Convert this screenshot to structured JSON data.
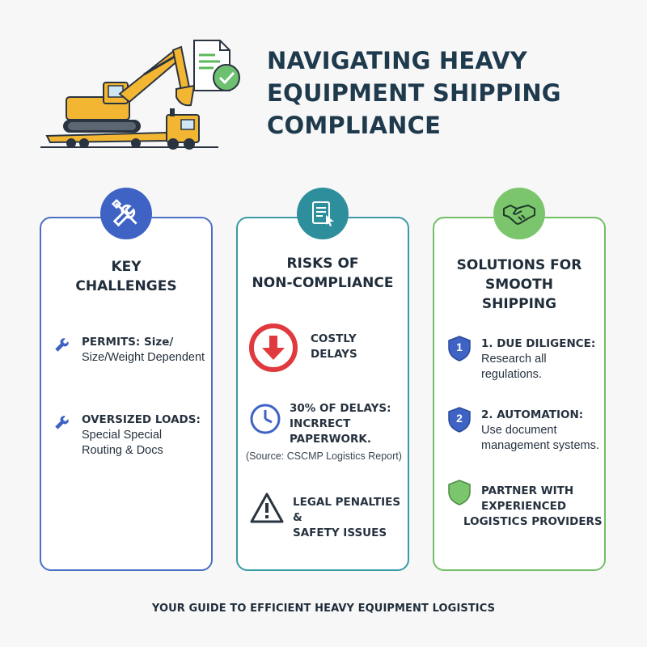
{
  "header": {
    "title_lines": [
      "NAVIGATING HEAVY",
      "EQUIPMENT SHIPPING",
      "COMPLIANCE"
    ],
    "hero_icons": [
      "excavator-on-truck-illustration",
      "document-check-icon"
    ]
  },
  "cards": {
    "challenges": {
      "icon": "wrench-screwdriver-icon",
      "title_lines": [
        "KEY",
        "CHALLENGES"
      ],
      "items": [
        {
          "icon": "wrench-icon",
          "lines": [
            "PERMITS: Size/",
            "Size/Weight Dependent"
          ]
        },
        {
          "icon": "wrench-icon",
          "lines": [
            "OVERSIZED LOADS:",
            "Special Special",
            "Routing & Docs"
          ]
        }
      ]
    },
    "risks": {
      "icon": "document-pointer-icon",
      "title_lines": [
        "RISKS OF",
        "NON-COMPLIANCE"
      ],
      "items": [
        {
          "icon": "down-arrow-circle-icon",
          "lines": [
            "COSTLY",
            "DELAYS"
          ]
        },
        {
          "icon": "clock-icon",
          "lines": [
            "30% OF DELAYS:",
            "INCRRECT",
            "PAPERWORK."
          ],
          "source": "(Source: CSCMP Logistics Report)"
        },
        {
          "icon": "warning-triangle-icon",
          "lines": [
            "LEGAL PENALTIES &",
            "SAFETY ISSUES"
          ]
        }
      ]
    },
    "solutions": {
      "icon": "handshake-icon",
      "title_lines": [
        "SOLUTIONS FOR",
        "SMOOTH",
        "SHIPPING"
      ],
      "items": [
        {
          "icon": "shield-1-icon",
          "badge": "1",
          "lines": [
            "1. DUE DILIGENCE:",
            "Research all",
            "regulations."
          ]
        },
        {
          "icon": "shield-2-icon",
          "badge": "2",
          "lines": [
            "2. AUTOMATION:",
            "Use document",
            "management systems."
          ]
        },
        {
          "icon": "shield-green-icon",
          "lines": [
            "PARTNER WITH",
            "EXPERIENCED",
            "LOGISTICS PROVIDERS"
          ]
        }
      ]
    }
  },
  "footer": {
    "text": "YOUR GUIDE TO EFFICIENT HEAVY EQUIPMENT LOGISTICS"
  },
  "colors": {
    "blue": "#3f63c4",
    "teal": "#2e8f9c",
    "green": "#7bc66d",
    "red": "#e0393e",
    "yellow": "#f2b632"
  }
}
